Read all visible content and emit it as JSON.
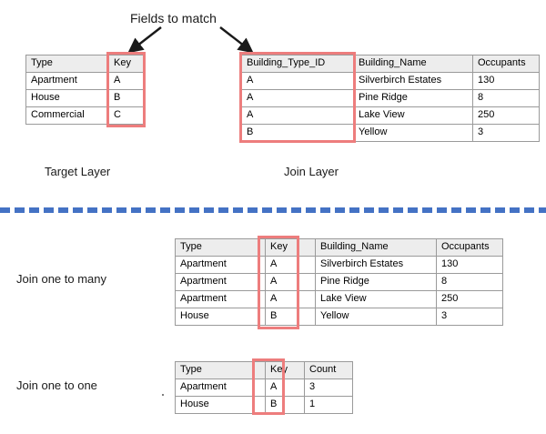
{
  "annotations": {
    "fields_to_match": "Fields to match",
    "target_layer": "Target Layer",
    "join_layer": "Join Layer",
    "join_one_to_many": "Join one to many",
    "join_one_to_one": "Join one to one"
  },
  "colors": {
    "highlight": "#ED7D7D",
    "divider": "#4472C4",
    "header_fill": "#EDEDED",
    "border": "#9A9A9A",
    "text": "#1A1A1A"
  },
  "tables": {
    "target_layer": {
      "headers": [
        "Type",
        "Key"
      ],
      "rows": [
        [
          "Apartment",
          "A"
        ],
        [
          "House",
          "B"
        ],
        [
          "Commercial",
          "C"
        ]
      ],
      "highlight_column": "Key"
    },
    "join_layer": {
      "headers": [
        "Building_Type_ID",
        "Building_Name",
        "Occupants"
      ],
      "rows": [
        [
          "A",
          "Silverbirch Estates",
          "130"
        ],
        [
          "A",
          "Pine Ridge",
          "8"
        ],
        [
          "A",
          "Lake View",
          "250"
        ],
        [
          "B",
          "Yellow",
          "3"
        ]
      ],
      "highlight_column": "Building_Type_ID"
    },
    "one_to_many": {
      "headers": [
        "Type",
        "Key",
        "Building_Name",
        "Occupants"
      ],
      "rows": [
        [
          "Apartment",
          "A",
          "Silverbirch Estates",
          "130"
        ],
        [
          "Apartment",
          "A",
          "Pine Ridge",
          "8"
        ],
        [
          "Apartment",
          "A",
          "Lake View",
          "250"
        ],
        [
          "House",
          "B",
          "Yellow",
          "3"
        ]
      ],
      "highlight_column": "Key"
    },
    "one_to_one": {
      "headers": [
        "Type",
        "Key",
        "Count"
      ],
      "rows": [
        [
          "Apartment",
          "A",
          "3"
        ],
        [
          "House",
          "B",
          "1"
        ]
      ],
      "highlight_column": "Key"
    }
  },
  "icons": {
    "arrow_left": "arrow-down-left-icon",
    "arrow_right": "arrow-down-right-icon"
  }
}
